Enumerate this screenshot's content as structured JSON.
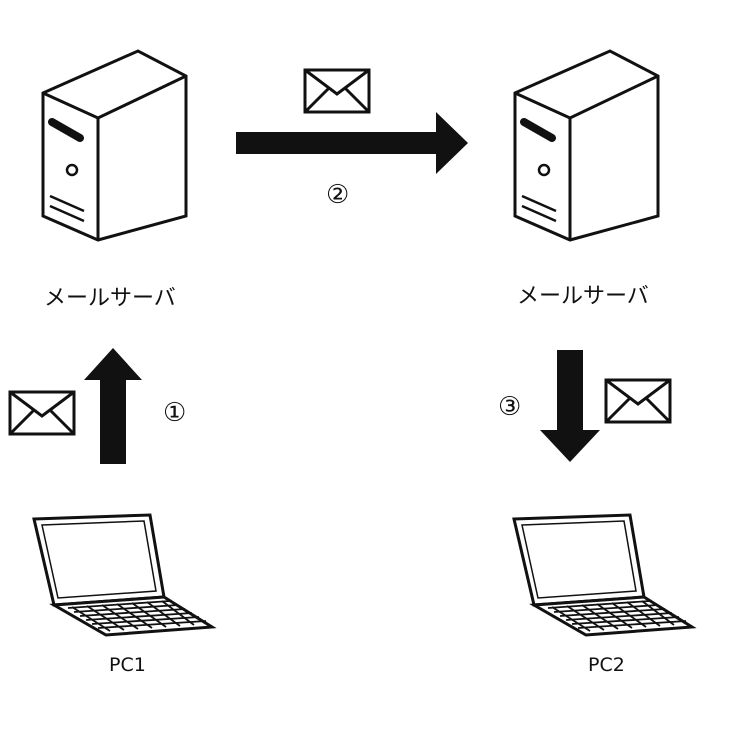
{
  "nodes": {
    "server_left": {
      "label": "メールサーバ"
    },
    "server_right": {
      "label": "メールサーバ"
    },
    "pc_left": {
      "label": "PC1"
    },
    "pc_right": {
      "label": "PC2"
    }
  },
  "steps": {
    "step1": "①",
    "step2": "②",
    "step3": "③"
  },
  "icons": [
    "server-icon",
    "laptop-icon",
    "envelope-icon",
    "arrow-icon"
  ]
}
